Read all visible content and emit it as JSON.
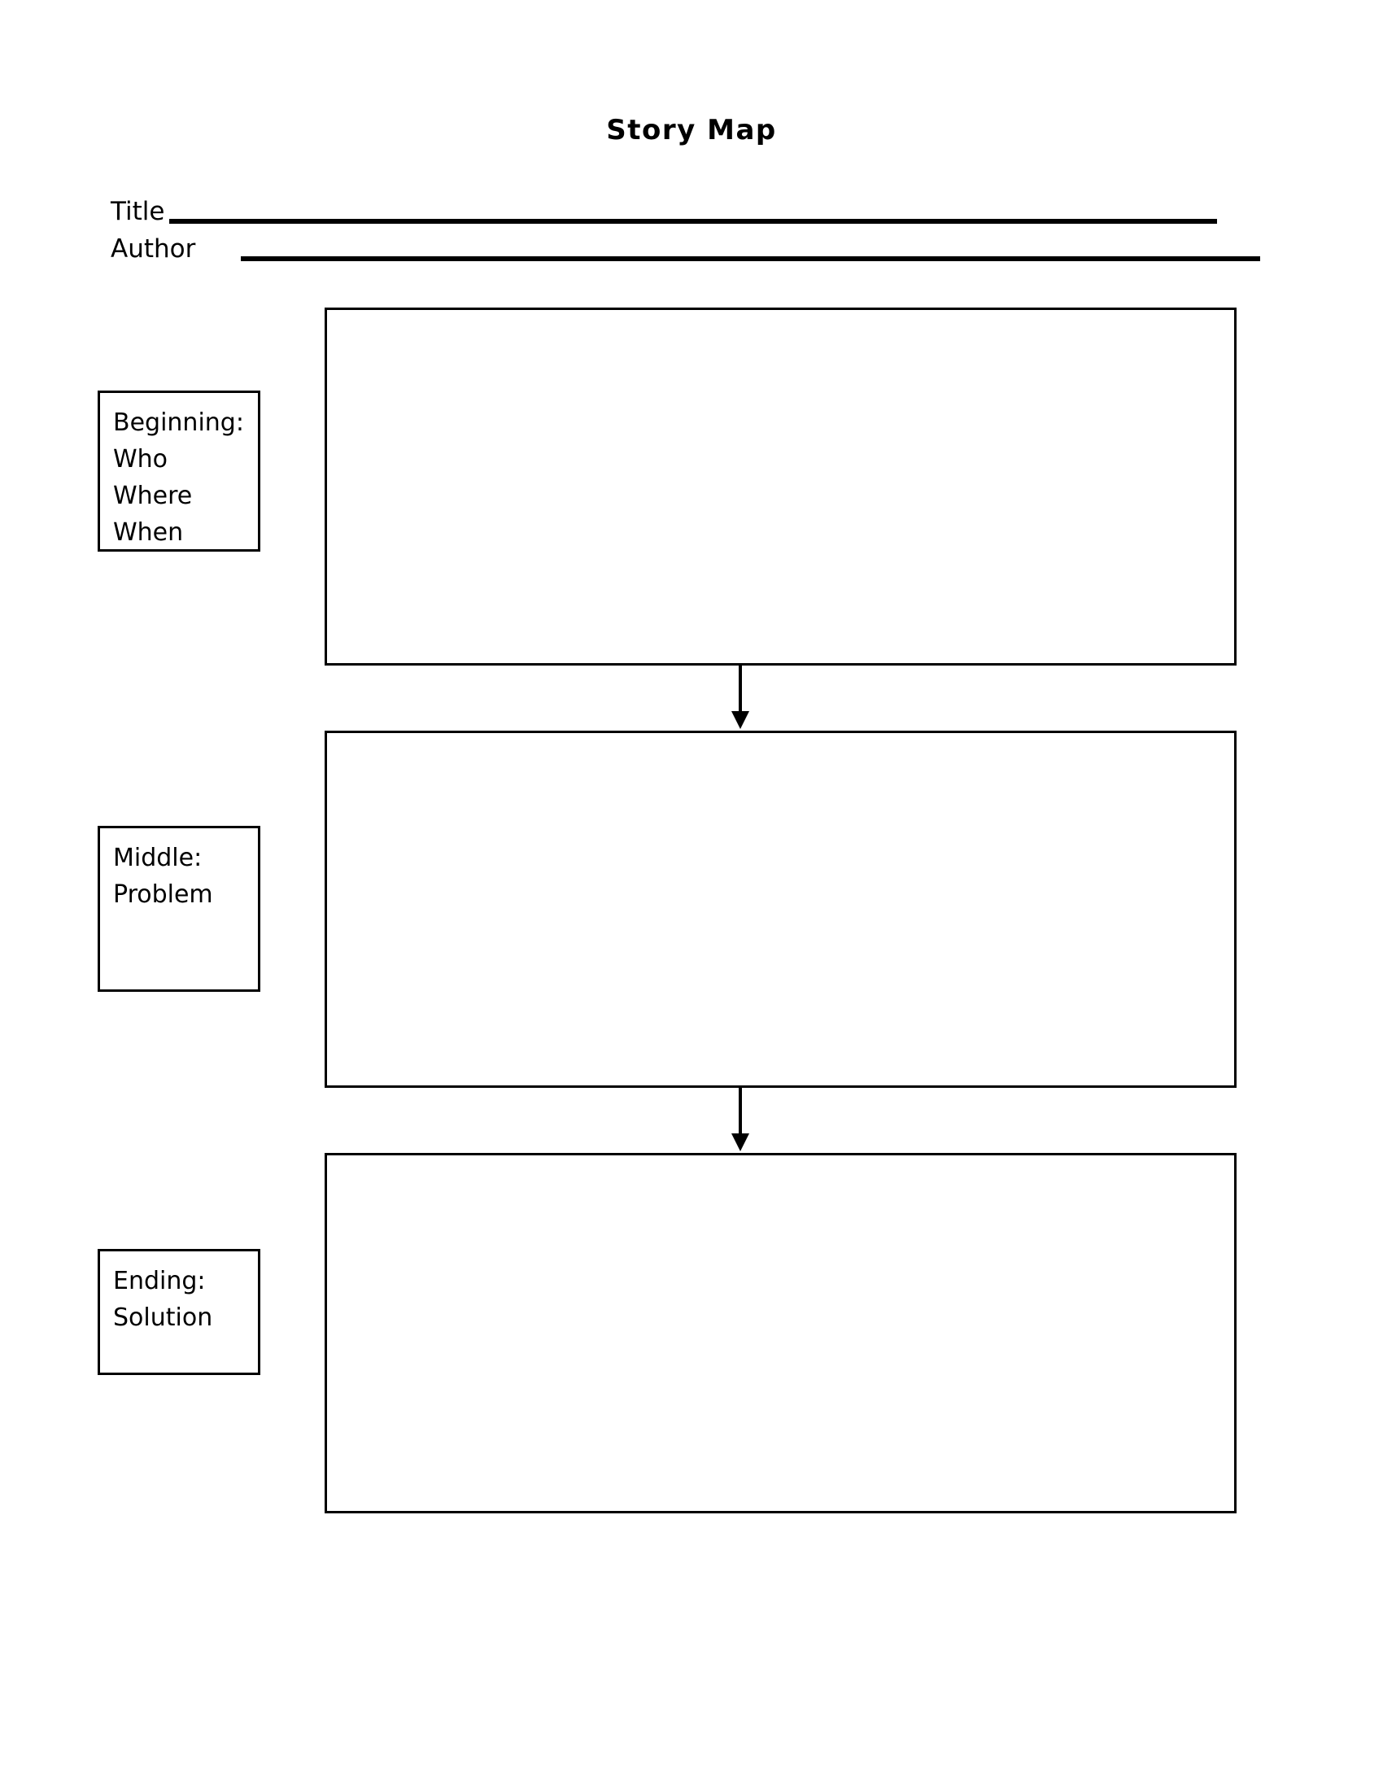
{
  "document": {
    "title": "Story Map"
  },
  "fields": [
    {
      "label": "Title",
      "value": ""
    },
    {
      "label": "Author",
      "value": ""
    }
  ],
  "sections": [
    {
      "key": "beginning",
      "label_lines": [
        "Beginning:",
        "Who",
        "Where",
        "When"
      ],
      "content": ""
    },
    {
      "key": "middle",
      "label_lines": [
        "Middle:",
        "Problem"
      ],
      "content": ""
    },
    {
      "key": "ending",
      "label_lines": [
        "Ending:",
        "Solution"
      ],
      "content": ""
    }
  ],
  "connectors": [
    {
      "name": "beginning-to-middle",
      "direction": "down"
    },
    {
      "name": "middle-to-ending",
      "direction": "down"
    }
  ],
  "colors": {
    "ink": "#000000",
    "paper": "#ffffff"
  }
}
